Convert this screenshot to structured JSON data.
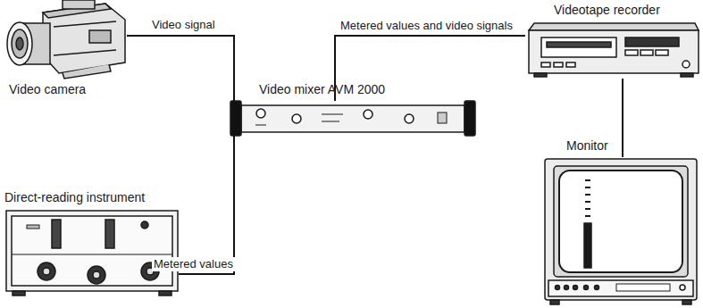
{
  "diagram": {
    "nodes": [
      {
        "text": [
          "Video camera"
        ]
      },
      {
        "text": [
          "Videotape recorder"
        ]
      },
      {
        "text": [
          "Video mixer AVM 2000"
        ]
      },
      {
        "text": [
          "Monitor"
        ]
      },
      {
        "text": [
          "Direct-reading instrument"
        ]
      }
    ],
    "edges": [
      {
        "from": 0,
        "to": 2,
        "arrow": "none",
        "label": "Video signal"
      },
      {
        "from": 2,
        "to": 1,
        "arrow": "none",
        "label": "Metered values and video signals"
      },
      {
        "from": 1,
        "to": 3,
        "arrow": "none"
      },
      {
        "from": 4,
        "to": 2,
        "arrow": "none",
        "label": "Metered values"
      }
    ]
  }
}
